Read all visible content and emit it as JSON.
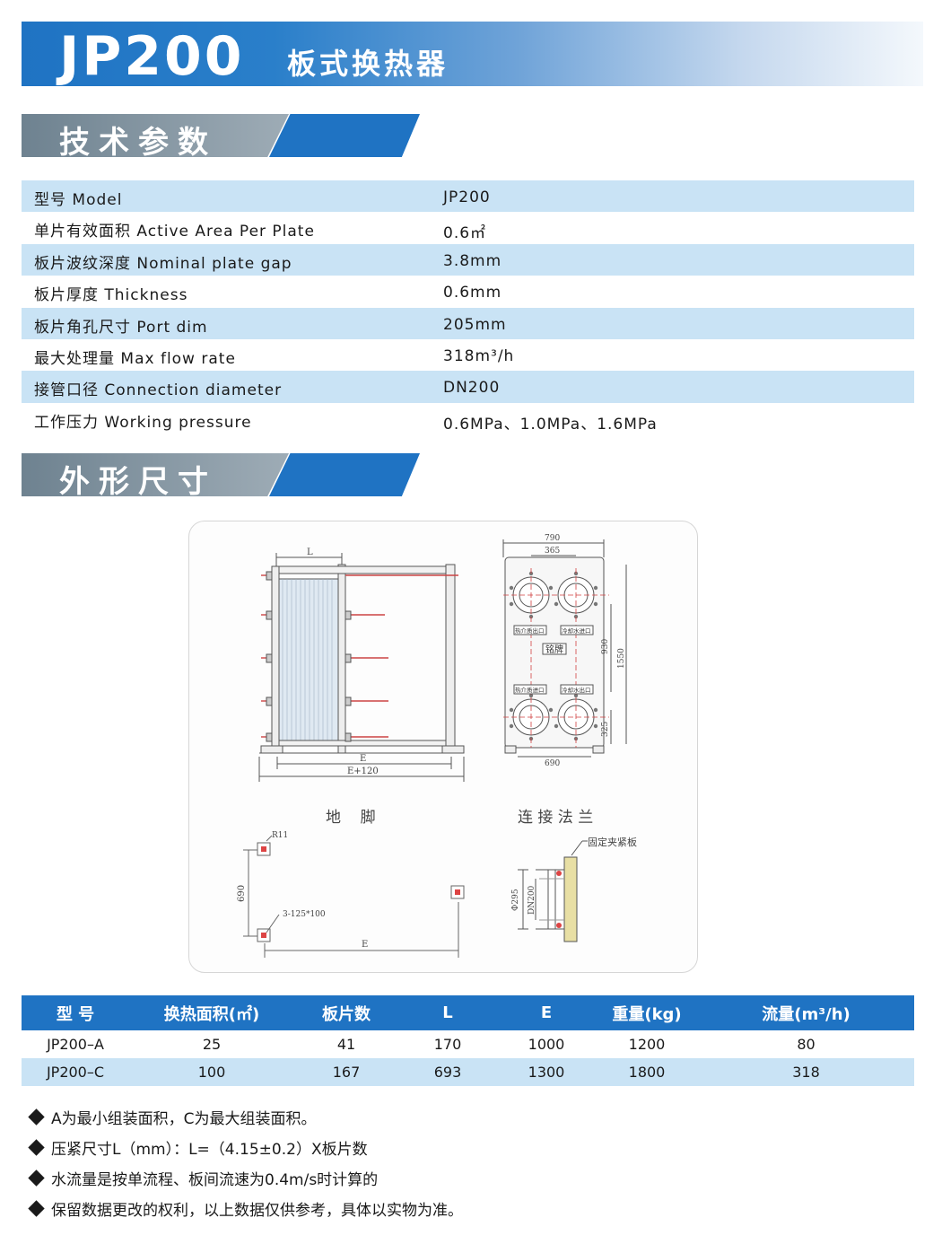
{
  "header": {
    "model": "JP200",
    "name": "板式换热器"
  },
  "sections": {
    "tech": "技术参数",
    "dims": "外形尺寸"
  },
  "params": [
    {
      "key": "型号  Model",
      "value": "JP200"
    },
    {
      "key": "单片有效面积  Active Area Per Plate",
      "value": "0.6㎡"
    },
    {
      "key": "板片波纹深度  Nominal plate gap",
      "value": "3.8mm"
    },
    {
      "key": "板片厚度  Thickness",
      "value": "0.6mm"
    },
    {
      "key": "板片角孔尺寸  Port dim",
      "value": "205mm"
    },
    {
      "key": "最大处理量  Max flow rate",
      "value": "318m³/h"
    },
    {
      "key": "接管口径  Connection diameter",
      "value": "DN200"
    },
    {
      "key": "工作压力  Working pressure",
      "value": "0.6MPa、1.0MPa、1.6MPa"
    }
  ],
  "drawing": {
    "side_L": "L",
    "side_E": "E",
    "side_E120": "E+120",
    "front_790": "790",
    "front_365": "365",
    "front_930": "930",
    "front_1550": "1550",
    "front_325": "325",
    "front_690": "690",
    "port_hot_out": "热介质出口",
    "port_cold_in": "冷却水进口",
    "nameplate": "铭牌",
    "port_hot_in": "热介质进口",
    "port_cold_out": "冷却水出口",
    "foot_title": "地    脚",
    "flange_title": "连 接 法 兰",
    "foot_R11": "R11",
    "foot_690": "690",
    "foot_holes": "3-125*100",
    "foot_E": "E",
    "flange_clamp": "固定夹紧板",
    "flange_phi": "Φ295",
    "flange_dn": "DN200"
  },
  "table": {
    "headers": [
      "型  号",
      "换热面积(㎡)",
      "板片数",
      "L",
      "E",
      "重量(kg)",
      "流量(m³/h)"
    ],
    "rows": [
      [
        "JP200–A",
        "25",
        "41",
        "170",
        "1000",
        "1200",
        "80"
      ],
      [
        "JP200–C",
        "100",
        "167",
        "693",
        "1300",
        "1800",
        "318"
      ]
    ]
  },
  "notes": [
    "A为最小组装面积，C为最大组装面积。",
    "压紧尺寸L（mm）：L=（4.15±0.2）X板片数",
    "水流量是按单流程、板间流速为0.4m/s时计算的",
    "保留数据更改的权利，以上数据仅供参考，具体以实物为准。"
  ],
  "colors": {
    "brand_blue": "#1f73c3",
    "row_shade": "#c9e3f5",
    "section_grey": "#7f8f9b"
  }
}
